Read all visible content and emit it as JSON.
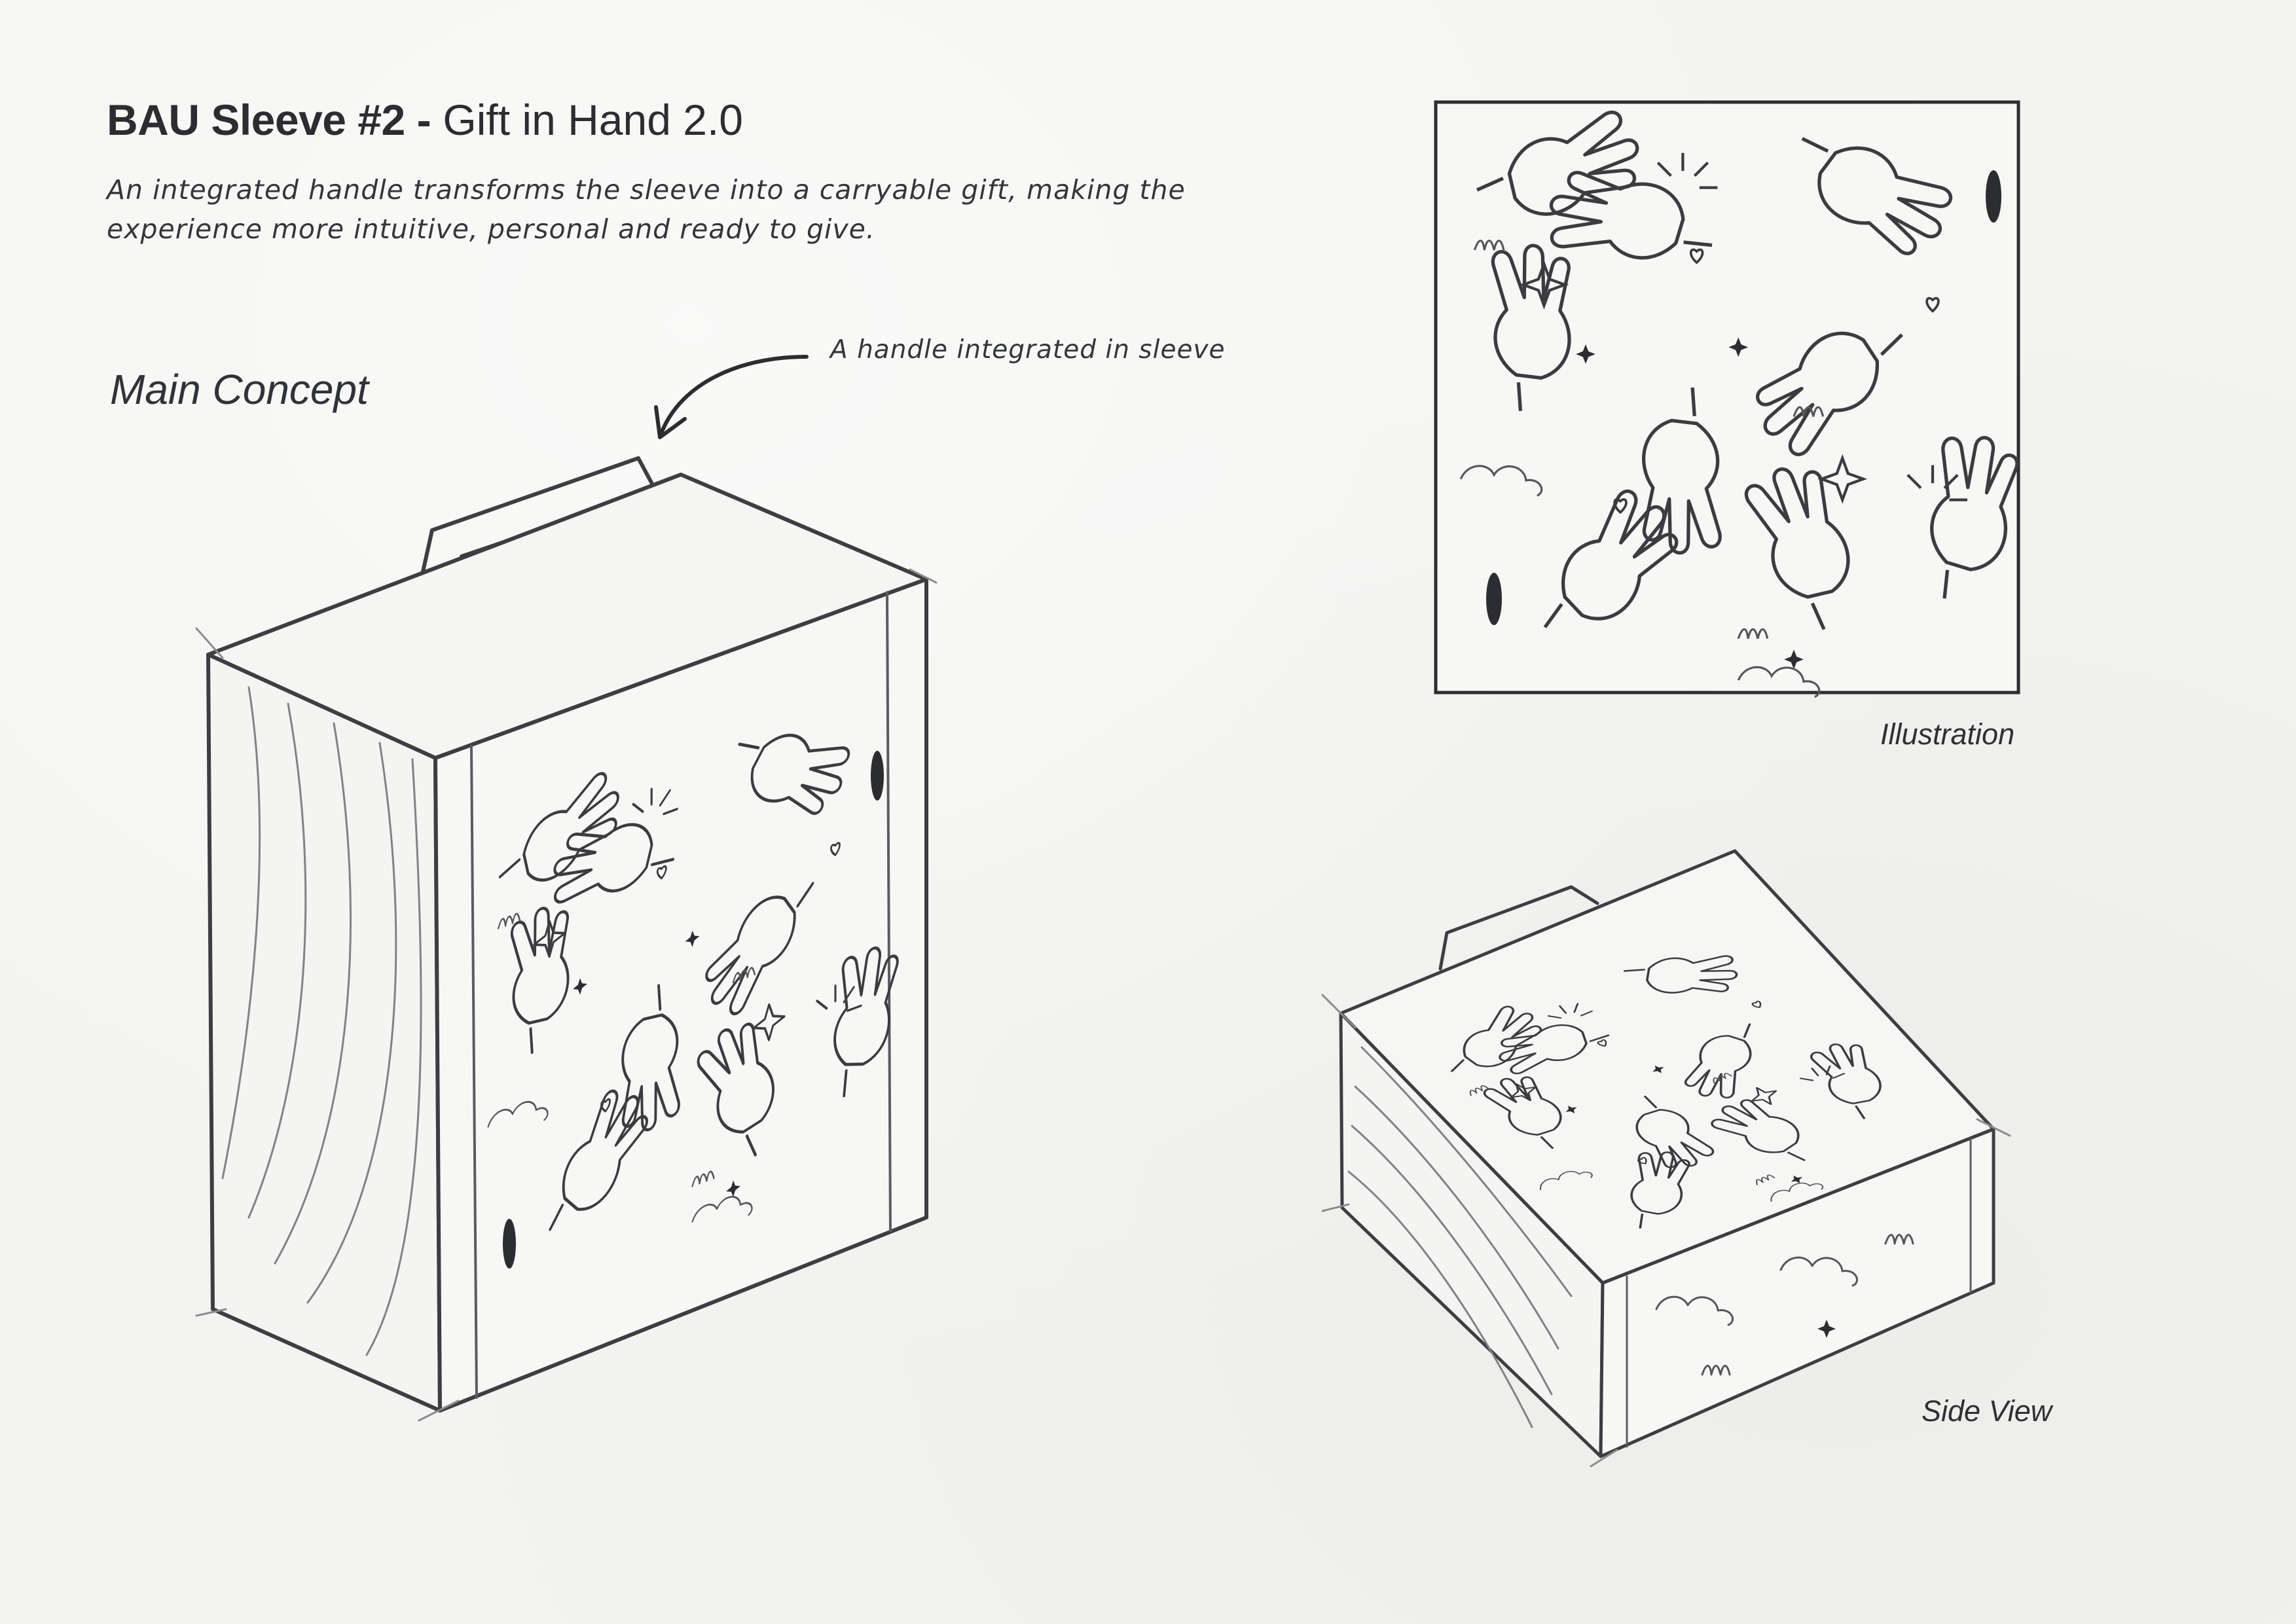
{
  "title": {
    "bold": "BAU Sleeve #2 -",
    "light": "Gift in Hand 2.0"
  },
  "description": {
    "line1": "An integrated handle transforms the sleeve into a carryable gift, making the",
    "line2": "experience more intuitive, personal and ready to give."
  },
  "main_concept_label": "Main Concept",
  "handle_annotation": "A handle integrated in sleeve",
  "captions": {
    "illustration": "Illustration",
    "side_view": "Side View"
  },
  "colors": {
    "paper": "#f3f3f1",
    "ink": "#2b2d30",
    "pencil": "#6d6f72"
  }
}
